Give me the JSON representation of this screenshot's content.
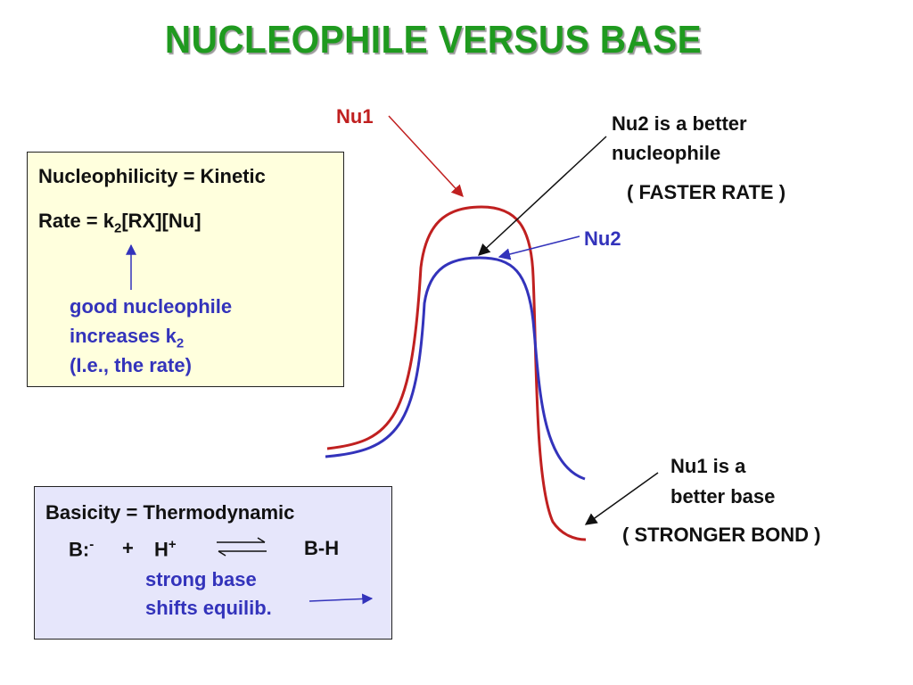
{
  "title": "NUCLEOPHILE  VERSUS  BASE",
  "labels": {
    "nu1": "Nu1",
    "nu2": "Nu2",
    "nu2_better_l1": "Nu2 is a better",
    "nu2_better_l2": "nucleophile",
    "faster_rate": "( FASTER RATE )",
    "nu1_base_l1": "Nu1 is a",
    "nu1_base_l2": "better base",
    "stronger_bond": "( STRONGER BOND )"
  },
  "kinetic_box": {
    "heading": "Nucleophilicity = Kinetic",
    "rate_prefix": "Rate = k",
    "rate_sub": "2",
    "rate_suffix": "[RX][Nu]",
    "note_l1": "good nucleophile",
    "note_l2_prefix": "increases k",
    "note_l2_sub": "2",
    "note_l3": "(I.e., the rate)"
  },
  "thermo_box": {
    "heading": "Basicity = Thermodynamic",
    "base": "B:",
    "base_sup": "-",
    "plus": "+",
    "proton": "H",
    "proton_sup": "+",
    "product": "B-H",
    "note_l1": "strong base",
    "note_l2": "shifts  equilib."
  },
  "colors": {
    "title": "#1f9a1f",
    "nu1_curve": "#c02020",
    "nu2_curve": "#3333bb",
    "box1_bg": "#ffffdd",
    "box2_bg": "#e6e6fb"
  }
}
